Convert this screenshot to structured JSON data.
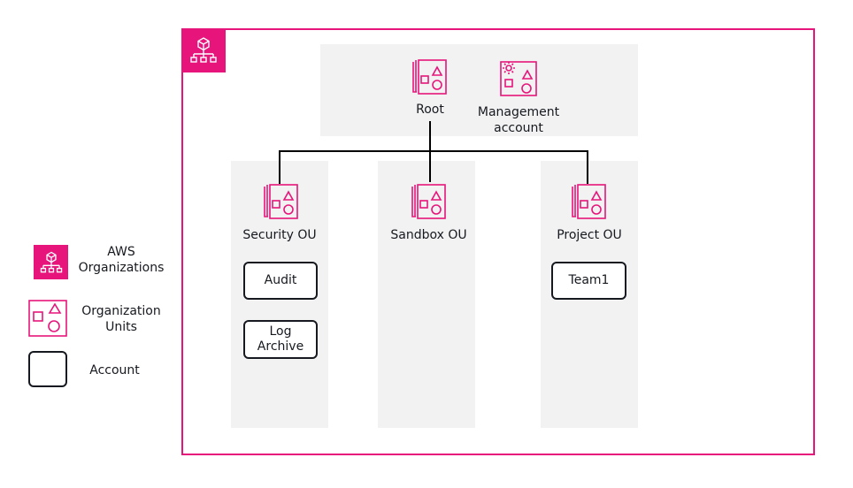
{
  "colors": {
    "accent": "#e7157b",
    "panel": "#f2f2f2",
    "line": "#000000"
  },
  "diagram": {
    "root": {
      "label": "Root",
      "icon": "organizational-unit-icon"
    },
    "management": {
      "label_line1": "Management",
      "label_line2": "account",
      "icon": "management-account-icon"
    },
    "ous": [
      {
        "label": "Security OU",
        "icon": "organizational-unit-icon",
        "accounts": [
          {
            "label": "Audit"
          },
          {
            "label_line1": "Log",
            "label_line2": "Archive"
          }
        ]
      },
      {
        "label": "Sandbox OU",
        "icon": "organizational-unit-icon",
        "accounts": []
      },
      {
        "label": "Project OU",
        "icon": "organizational-unit-icon",
        "accounts": [
          {
            "label": "Team1"
          }
        ]
      }
    ]
  },
  "legend": {
    "aws_organizations": {
      "line1": "AWS",
      "line2": "Organizations",
      "icon": "aws-organizations-icon"
    },
    "organization_units": {
      "line1": "Organization",
      "line2": "Units",
      "icon": "organizational-unit-icon"
    },
    "account": {
      "label": "Account"
    }
  }
}
